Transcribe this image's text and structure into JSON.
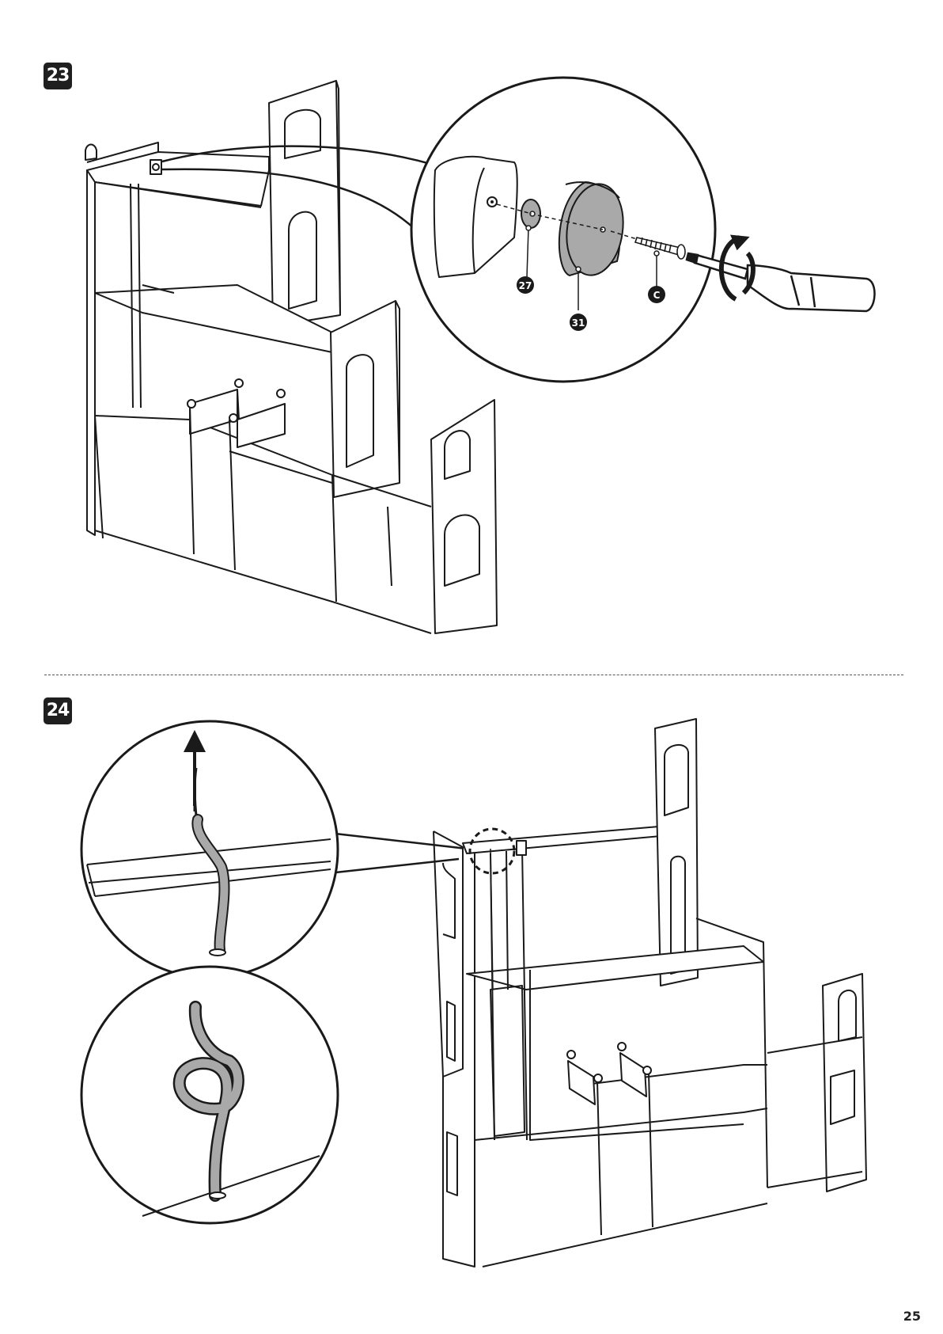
{
  "steps": [
    {
      "number": "23"
    },
    {
      "number": "24"
    }
  ],
  "part_labels": {
    "washer": "27",
    "wheel": "31",
    "screw": "C"
  },
  "page_number": "25",
  "colors": {
    "line": "#1a1a1a",
    "part_fill": "#a9a9a9",
    "badge": "#1f1f1f"
  }
}
